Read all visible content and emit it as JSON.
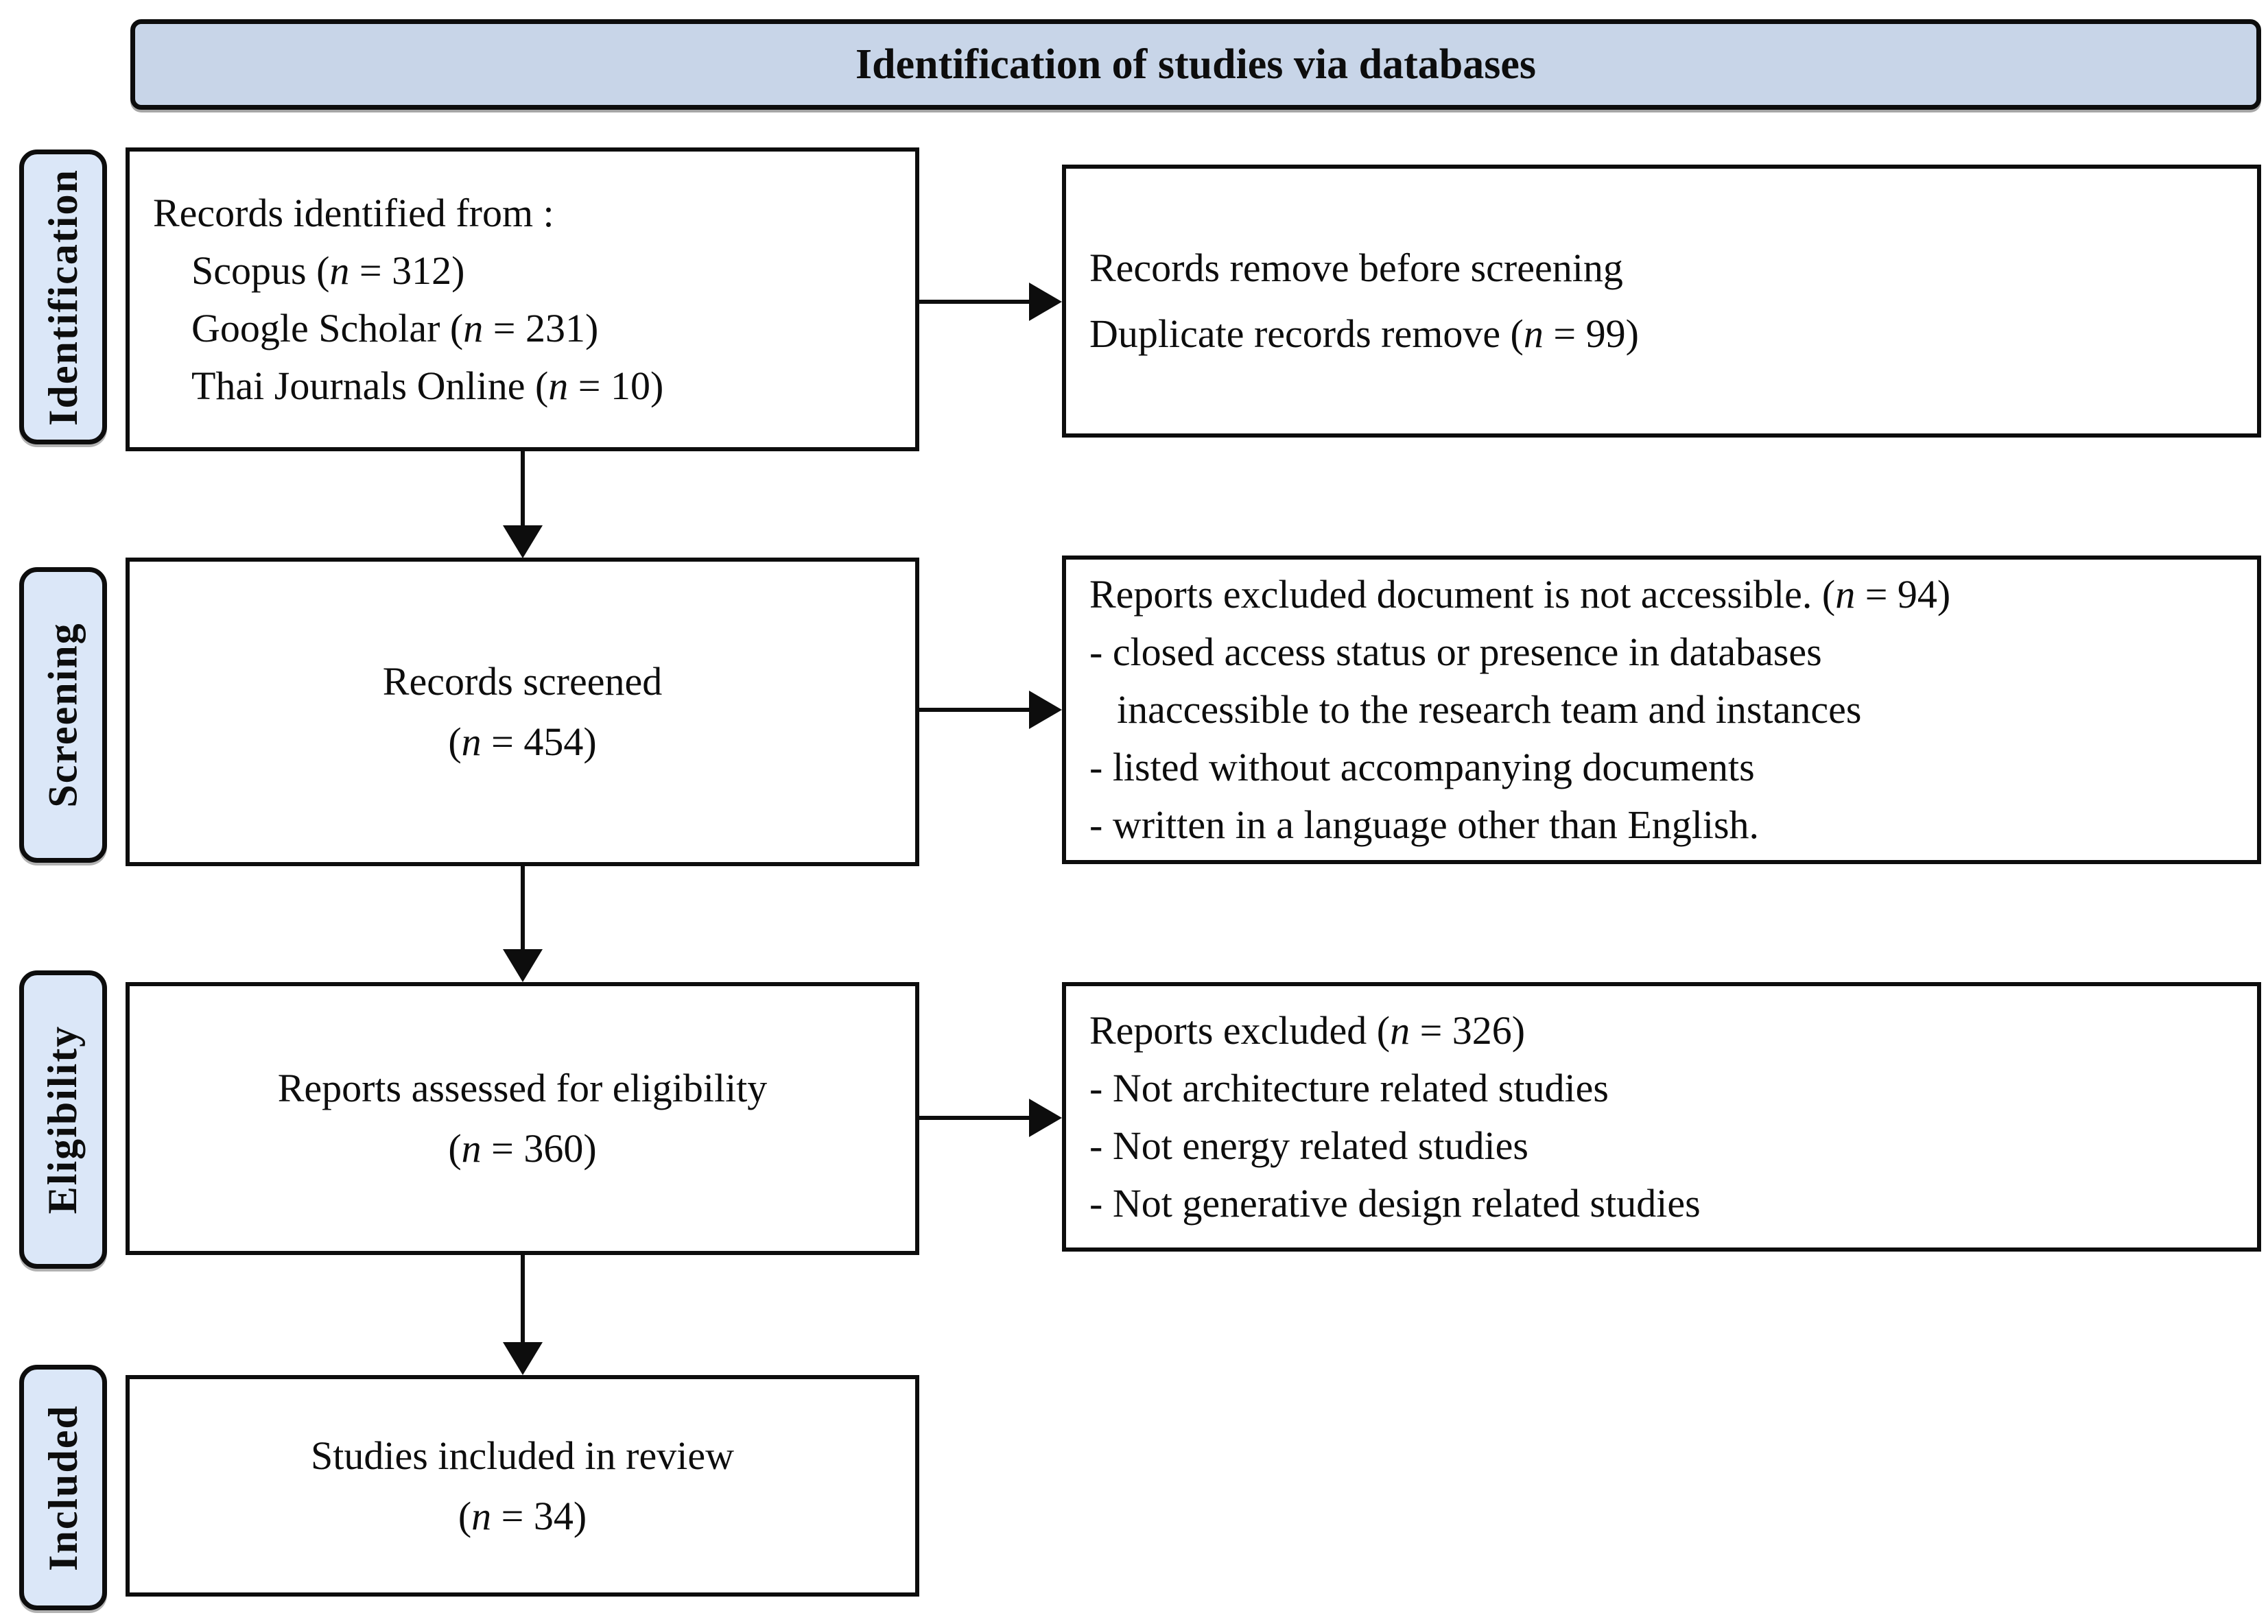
{
  "title": "Identification of studies via databases",
  "colors": {
    "header_fill": "#c8d5e8",
    "label_fill": "#dbe7f8",
    "border": "#0d0d0d"
  },
  "stages": [
    {
      "label": "Identification",
      "main": {
        "lines": [
          "Records identified from :",
          "Scopus (n = 312)",
          "Google Scholar (n = 231)",
          "Thai Journals Online (n = 10)"
        ]
      },
      "side": {
        "lines": [
          "Records remove before screening",
          "Duplicate records remove (n = 99)"
        ]
      }
    },
    {
      "label": "Screening",
      "main": {
        "lines": [
          "Records screened",
          "(n = 454)"
        ]
      },
      "side": {
        "lines": [
          "Reports excluded document is not accessible. (n = 94)",
          "- closed access status or presence in databases",
          "inaccessible to the research team and instances",
          "- listed without accompanying documents",
          "- written in a language other than English."
        ]
      }
    },
    {
      "label": "Eligibility",
      "main": {
        "lines": [
          "Reports assessed for eligibility",
          "(n = 360)"
        ]
      },
      "side": {
        "lines": [
          "Reports excluded (n = 326)",
          "- Not architecture related studies",
          "- Not energy related studies",
          "- Not generative design related studies"
        ]
      }
    },
    {
      "label": "Included",
      "main": {
        "lines": [
          "Studies included in review",
          "(n = 34)"
        ]
      }
    }
  ]
}
